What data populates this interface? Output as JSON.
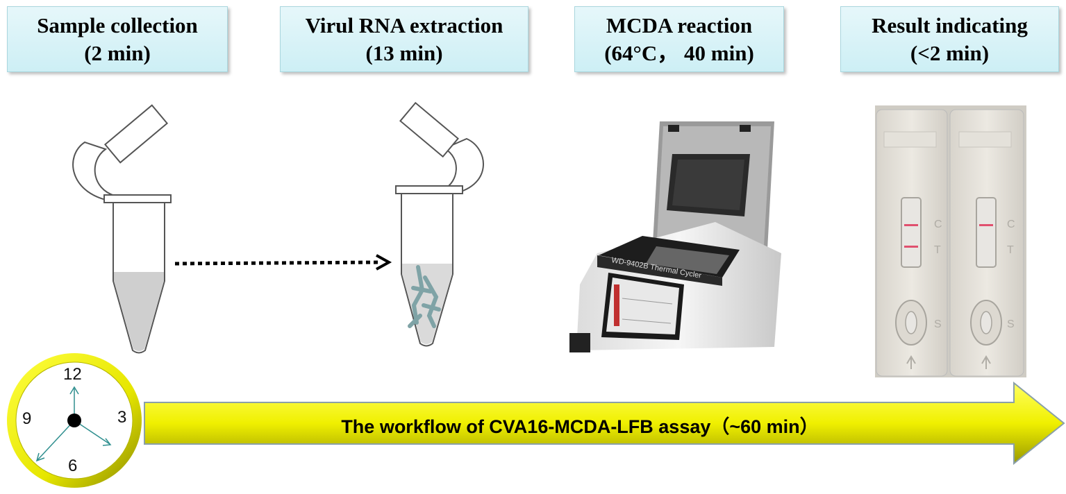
{
  "steps": [
    {
      "title": "Sample collection",
      "time": "(2 min)"
    },
    {
      "title": "Virul RNA extraction",
      "time": "(13 min)"
    },
    {
      "title": "MCDA reaction",
      "time": "(64°C， 40 min)"
    },
    {
      "title": "Result indicating",
      "time": "(<2 min)"
    }
  ],
  "workflow_label": "The workflow of CVA16-MCDA-LFB assay（~60 min）",
  "clock": {
    "n12": "12",
    "n3": "3",
    "n6": "6",
    "n9": "9"
  },
  "thermal_cycler": {
    "label": "WD-9402B  Thermal Cycler"
  },
  "lfb_strip": {
    "c_label": "C",
    "t_label": "T",
    "s_label": "S"
  },
  "colors": {
    "box_fill": "#d9f3f8",
    "arrow_yellow": "#f2f20a",
    "clock_ring": "#f0f000",
    "rna_strands": "#7fa3a6",
    "test_line": "#e0506e"
  }
}
